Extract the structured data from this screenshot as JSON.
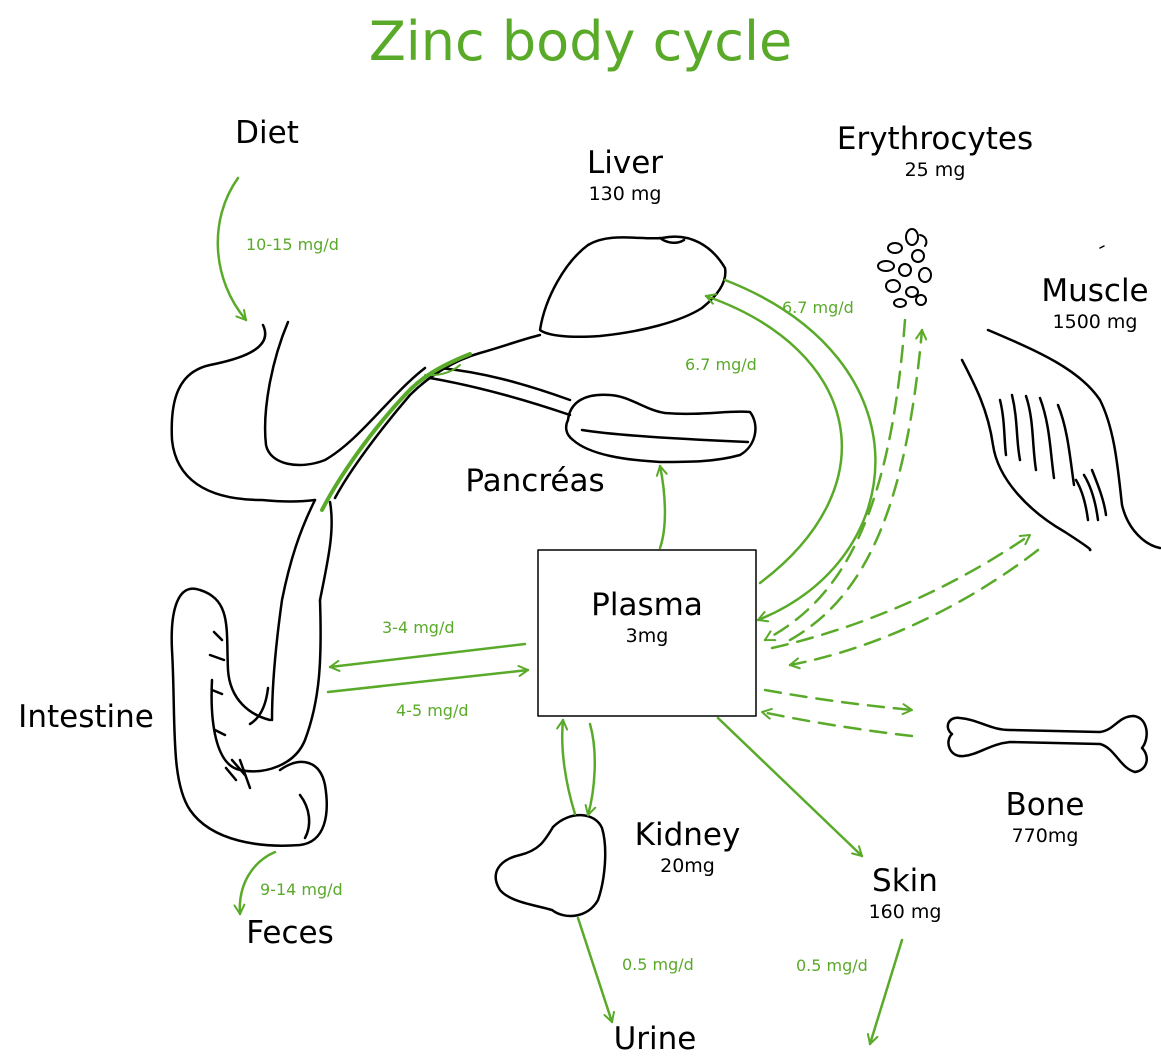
{
  "title": "Zinc body cycle",
  "colors": {
    "accent": "#5aaa2a",
    "ink": "#000000"
  },
  "compartments": {
    "diet": {
      "name": "Diet"
    },
    "liver": {
      "name": "Liver",
      "amount": "130 mg"
    },
    "erythrocytes": {
      "name": "Erythrocytes",
      "amount": "25 mg"
    },
    "muscle": {
      "name": "Muscle",
      "amount": "1500 mg"
    },
    "pancreas": {
      "name": "Pancréas"
    },
    "plasma": {
      "name": "Plasma",
      "amount": "3mg"
    },
    "intestine": {
      "name": "Intestine"
    },
    "bone": {
      "name": "Bone",
      "amount": "770mg"
    },
    "kidney": {
      "name": "Kidney",
      "amount": "20mg"
    },
    "skin": {
      "name": "Skin",
      "amount": "160 mg"
    },
    "feces": {
      "name": "Feces"
    },
    "urine": {
      "name": "Urine"
    }
  },
  "flows": {
    "diet_intake": "10-15 mg/d",
    "liver_to_plasma": "6.7 mg/d",
    "plasma_to_liver": "6.7 mg/d",
    "plasma_to_intestine": "3-4 mg/d",
    "intestine_to_plasma": "4-5 mg/d",
    "fecal_loss": "9-14 mg/d",
    "urinary_loss": "0.5 mg/d",
    "skin_loss": "0.5 mg/d"
  }
}
